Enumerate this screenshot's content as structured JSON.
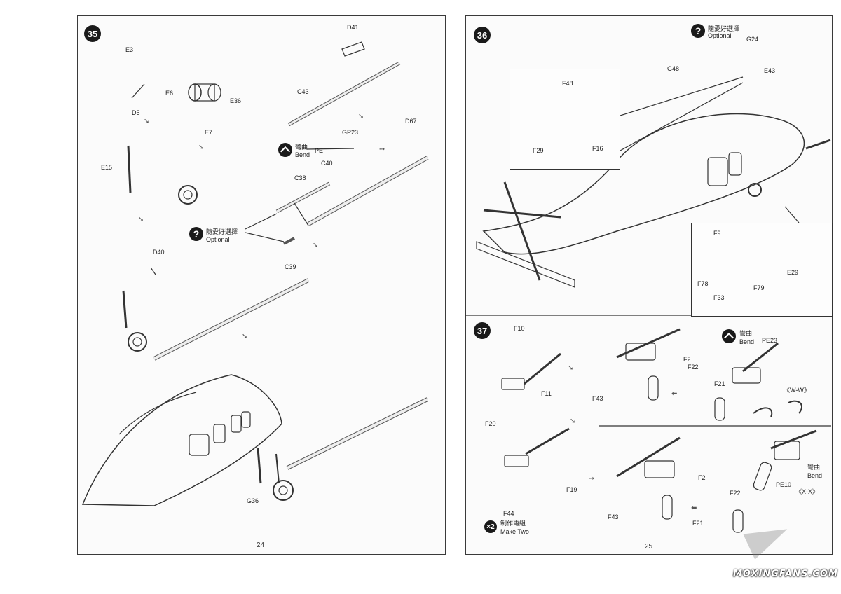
{
  "left_page": {
    "step": "35",
    "page_number": "24",
    "labels": {
      "E3": "E3",
      "D5": "D5",
      "E6": "E6",
      "E36": "E36",
      "E7": "E7",
      "D41": "D41",
      "C43": "C43",
      "GP23": "GP23",
      "D67": "D67",
      "PE": "PE",
      "C40": "C40",
      "E15": "E15",
      "C38": "C38",
      "C39": "C39",
      "D40": "D40",
      "G36": "G36"
    },
    "bend_cn": "彎曲",
    "bend_en": "Bend",
    "optional_cn": "隨愛好選擇",
    "optional_en": "Optional"
  },
  "right_page": {
    "step36": "36",
    "step37": "37",
    "page_number": "25",
    "labels": {
      "G48": "G48",
      "G24": "G24",
      "E43": "E43",
      "F48": "F48",
      "F29": "F29",
      "F16": "F16",
      "F9": "F9",
      "E29": "E29",
      "F78": "F78",
      "F79": "F79",
      "F33": "F33",
      "F10": "F10",
      "F11": "F11",
      "F2a": "F2",
      "F43a": "F43",
      "F22a": "F22",
      "F21a": "F21",
      "PE23": "PE23",
      "WW": "《W-W》",
      "F20": "F20",
      "F19": "F19",
      "F44": "F44",
      "F2b": "F2",
      "F43b": "F43",
      "F22b": "F22",
      "F21b": "F21",
      "PE10": "PE10",
      "XX": "《X-X》"
    },
    "optional_cn": "隨愛好選擇",
    "optional_en": "Optional",
    "bend_cn": "彎曲",
    "bend_en": "Bend",
    "bend2_cn": "彎曲",
    "bend2_en": "Bend",
    "x2": "×2",
    "make_two_cn": "制作兩組",
    "make_two_en": "Make Two"
  },
  "watermark": "MOXINGFANS.COM"
}
